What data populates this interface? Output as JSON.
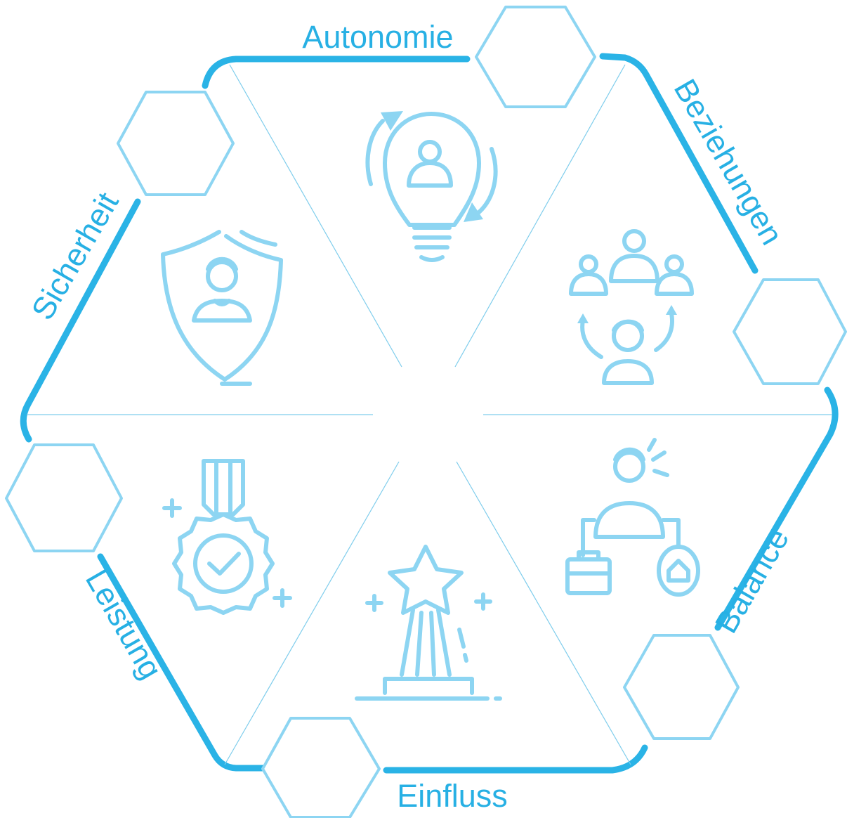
{
  "diagram": {
    "segments": [
      {
        "label": "Autonomie",
        "icon": "lightbulb-person-icon"
      },
      {
        "label": "Beziehungen",
        "icon": "people-network-icon"
      },
      {
        "label": "Balance",
        "icon": "work-home-balance-icon"
      },
      {
        "label": "Einfluss",
        "icon": "star-trophy-icon"
      },
      {
        "label": "Leistung",
        "icon": "medal-check-icon"
      },
      {
        "label": "Sicherheit",
        "icon": "shield-person-icon"
      }
    ],
    "colors": {
      "outline": "#2ab3e6",
      "label": "#27b0e4",
      "icons": "#8dd5f2",
      "hexagon_stroke": "#8dd5f2",
      "divider": "#7fcdec"
    }
  }
}
